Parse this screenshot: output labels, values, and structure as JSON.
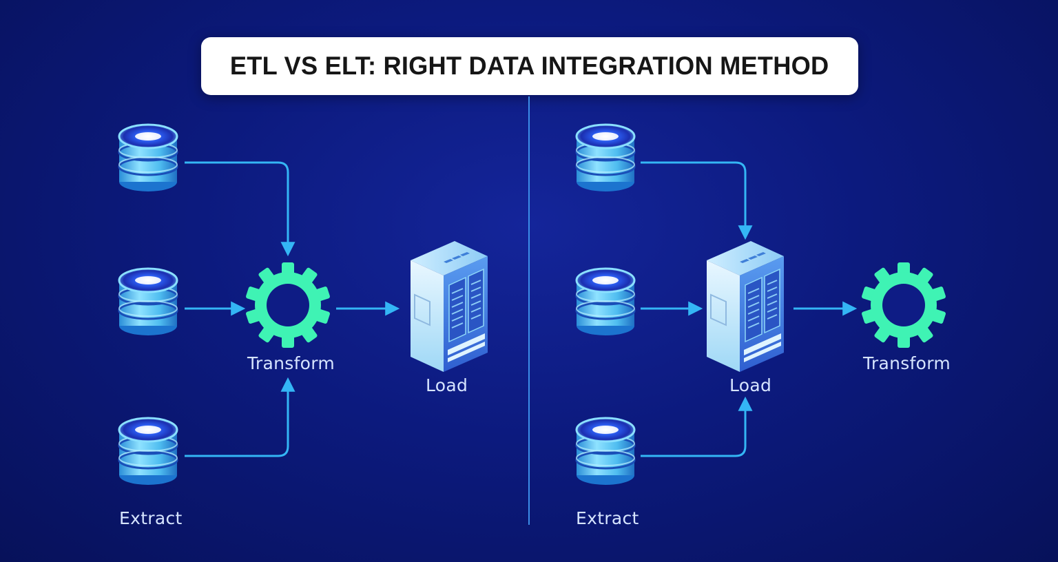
{
  "title": "ETL VS ELT: RIGHT DATA INTEGRATION METHOD",
  "etl": {
    "transform_label": "Transform",
    "load_label": "Load",
    "extract_label": "Extract"
  },
  "elt": {
    "load_label": "Load",
    "transform_label": "Transform",
    "extract_label": "Extract"
  },
  "colors": {
    "background": "#0c1a7e",
    "connector": "#34b6f5",
    "gear": "#3ff3b4",
    "database": "#66cdf5",
    "server": "#8fd8f8",
    "title_bg": "#ffffff"
  },
  "icons": [
    "database-icon",
    "gear-icon",
    "server-icon",
    "arrow-icon"
  ]
}
